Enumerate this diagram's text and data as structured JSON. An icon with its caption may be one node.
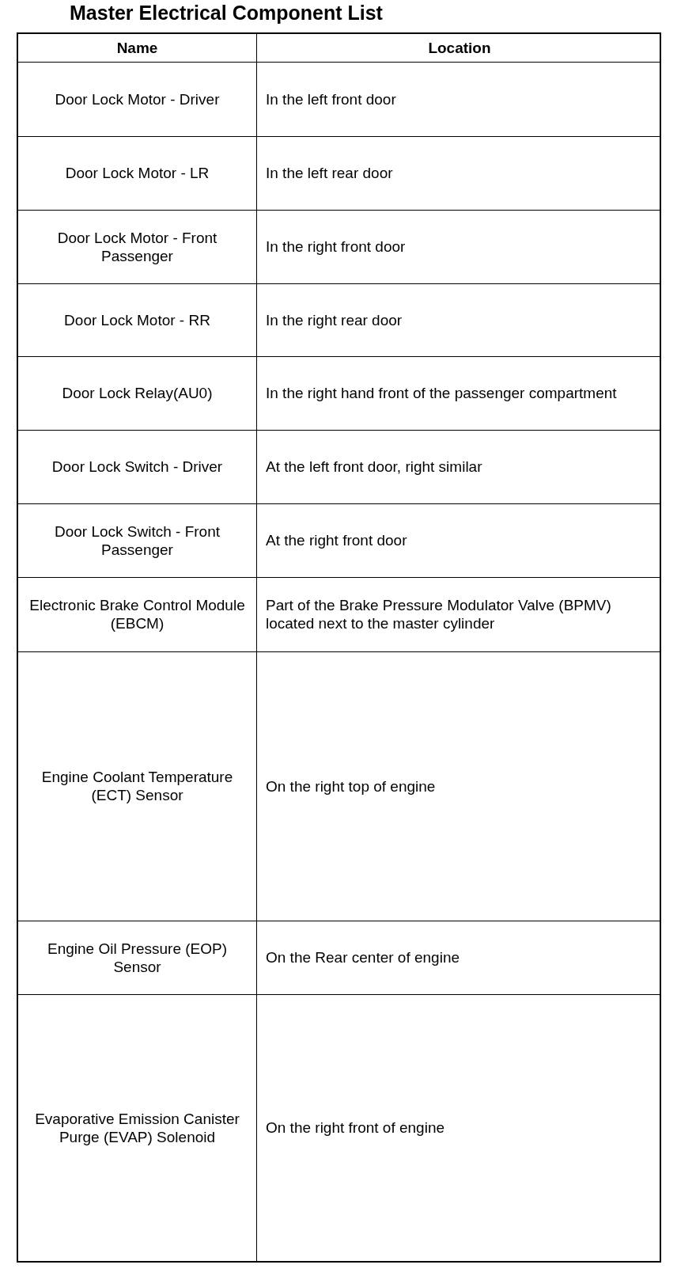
{
  "diagram": {
    "title": "Master Electrical Component List",
    "labels": [
      "Name",
      "Location",
      "Door Lock Motor - Driver",
      "In the left front door",
      "Door Lock Motor - LR",
      "In the left rear door",
      "Door Lock Motor - Front Passenger",
      "In the right front door",
      "Door Lock Motor - RR",
      "In the right rear door",
      "Door Lock Relay(AU0)",
      "In the right hand front of the passenger compartment",
      "Door Lock Switch - Driver",
      "At the left front door, right similar",
      "Door Lock Switch - Front Passenger",
      "At the right front door",
      "Electronic Brake Control Module (EBCM)",
      "Part of the Brake Pressure Modulator Valve (BPMV) located next to the master cylinder",
      "Engine Coolant Temperature (ECT) Sensor",
      "On the right top of engine",
      "Engine Oil Pressure (EOP) Sensor",
      "On the Rear center of engine",
      "Evaporative Emission Canister Purge (EVAP) Solenoid",
      "On the right front of engine"
    ]
  }
}
